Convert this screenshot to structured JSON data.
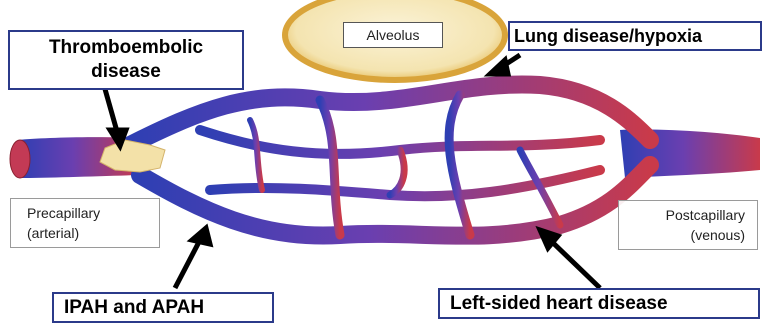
{
  "diagram": {
    "alveolus_label": "Alveolus",
    "labels": {
      "thromboembolic": "Thromboembolic disease",
      "thromboembolic_line1": "Thromboembolic",
      "thromboembolic_line2": "disease",
      "lung": "Lung disease/hypoxia",
      "precapillary_line1": "Precapillary",
      "precapillary_line2": "(arterial)",
      "postcapillary_line1": "Postcapillary",
      "postcapillary_line2": "(venous)",
      "ipah": "IPAH and APAH",
      "left_heart": "Left-sided heart disease"
    },
    "colors": {
      "arterial": "#2e3fb3",
      "venous": "#c93a4a",
      "alveolus_ring": "#e8b94a",
      "callout_border": "#2b3a8a"
    }
  }
}
